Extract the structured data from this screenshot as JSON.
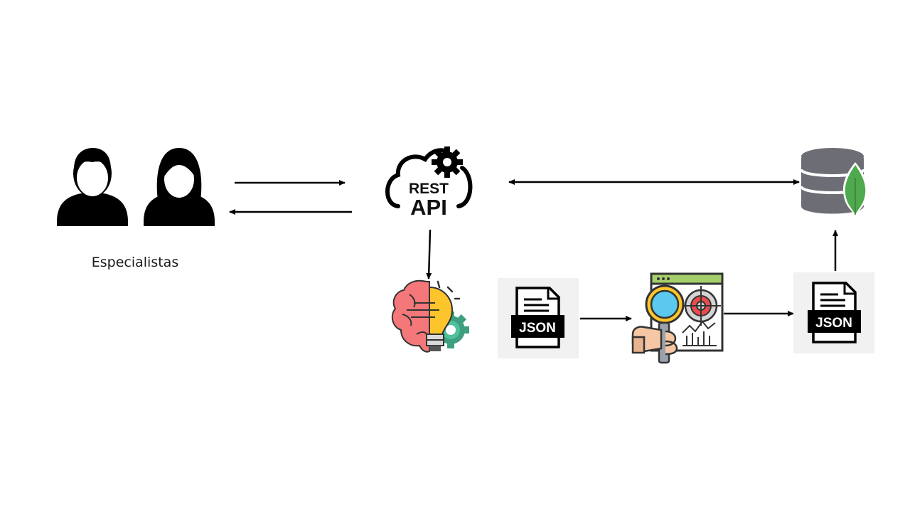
{
  "diagram": {
    "nodes": {
      "users": {
        "label": "Especialistas",
        "icon": "users-icon"
      },
      "rest_api": {
        "line1": "REST",
        "line2": "API",
        "icon": "rest-api-cloud-icon"
      },
      "database": {
        "icon": "mongodb-database-icon",
        "accent": "#4fa94d"
      },
      "ai": {
        "icon": "ai-brain-lightbulb-icon"
      },
      "json_input": {
        "text": "JSON",
        "icon": "json-file-icon"
      },
      "analysis": {
        "icon": "data-analysis-magnifier-icon"
      },
      "json_output": {
        "text": "JSON",
        "icon": "json-file-icon"
      }
    },
    "colors": {
      "arrow": "#000000",
      "db_gray": "#6d6e75",
      "brain": "#f4777a",
      "bulb": "#fdc52b",
      "gear": "#4ec19b",
      "lens": "#5bc8ee",
      "target": "#e84c4c",
      "window_bar": "#a4cf6a"
    }
  }
}
